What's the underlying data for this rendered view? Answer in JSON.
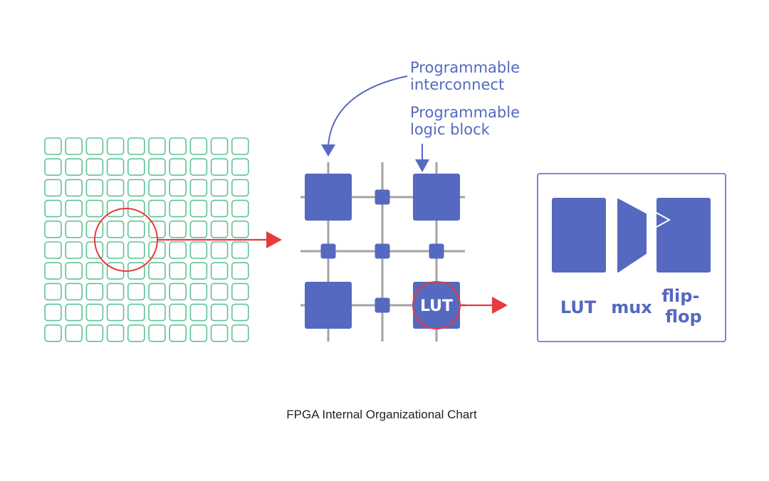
{
  "colors": {
    "grid_cell": "#5fc295",
    "highlight": "#e8393d",
    "block": "#5569c0",
    "wire": "#a3a3a3",
    "label": "#5569c0",
    "lut_text": "#ffffff",
    "caption": "#222222"
  },
  "fpga_array": {
    "rows": 10,
    "cols": 10,
    "zoom_highlight": "circle around 2x2 cells with arrow to detail view"
  },
  "fabric": {
    "annotations": [
      {
        "id": "interconnect",
        "lines": [
          "Programmable",
          "interconnect"
        ]
      },
      {
        "id": "logic_block",
        "lines": [
          "Programmable",
          "logic block"
        ]
      }
    ],
    "logic_blocks": 4,
    "switch_boxes": 5,
    "lut_label": "LUT"
  },
  "logic_cell": {
    "components": [
      {
        "id": "lut",
        "lines": [
          "LUT"
        ]
      },
      {
        "id": "mux",
        "lines": [
          "mux"
        ]
      },
      {
        "id": "flip_flop",
        "lines": [
          "flip-",
          "flop"
        ]
      }
    ]
  },
  "caption": "FPGA Internal Organizational Chart"
}
